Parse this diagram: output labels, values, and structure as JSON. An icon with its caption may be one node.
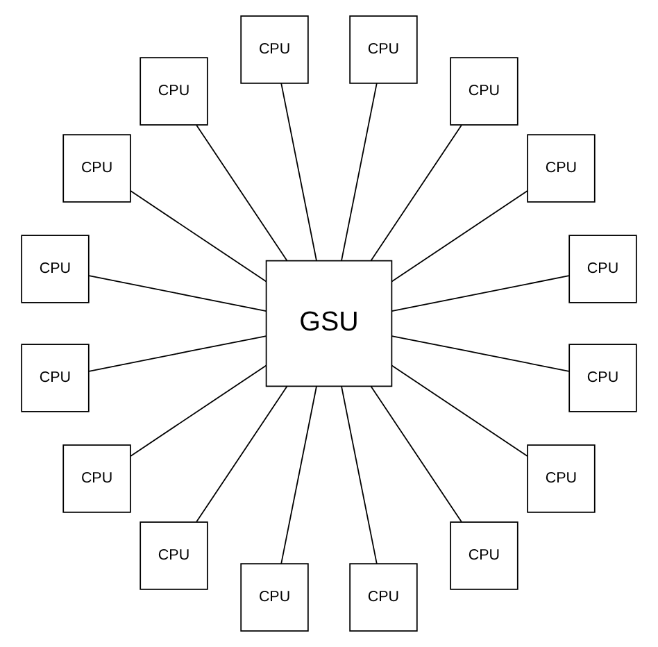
{
  "diagram": {
    "nodes": [
      {
        "text": [
          "CPU"
        ]
      },
      {
        "text": [
          "CPU"
        ]
      },
      {
        "text": [
          "CPU"
        ]
      },
      {
        "text": [
          "CPU"
        ]
      },
      {
        "text": [
          "CPU"
        ]
      },
      {
        "text": [
          "CPU"
        ]
      },
      {
        "text": [
          "CPU"
        ]
      },
      {
        "text": [
          "CPU"
        ]
      },
      {
        "text": [
          "GSU"
        ]
      },
      {
        "text": [
          "CPU"
        ]
      },
      {
        "text": [
          "CPU"
        ]
      },
      {
        "text": [
          "CPU"
        ]
      },
      {
        "text": [
          "CPU"
        ]
      },
      {
        "text": [
          "CPU"
        ]
      },
      {
        "text": [
          "CPU"
        ]
      },
      {
        "text": [
          "CPU"
        ]
      },
      {
        "text": [
          "CPU"
        ]
      }
    ],
    "edges": [
      {
        "from": 8,
        "to": 0,
        "arrow": "none"
      },
      {
        "from": 8,
        "to": 1,
        "arrow": "none"
      },
      {
        "from": 8,
        "to": 2,
        "arrow": "none"
      },
      {
        "from": 8,
        "to": 3,
        "arrow": "none"
      },
      {
        "from": 8,
        "to": 4,
        "arrow": "none"
      },
      {
        "from": 8,
        "to": 6,
        "arrow": "none"
      },
      {
        "from": 8,
        "to": 9,
        "arrow": "none"
      },
      {
        "from": 8,
        "to": 11,
        "arrow": "none"
      },
      {
        "from": 8,
        "to": 16,
        "arrow": "none"
      },
      {
        "from": 8,
        "to": 15,
        "arrow": "none"
      },
      {
        "from": 8,
        "to": 14,
        "arrow": "none"
      },
      {
        "from": 8,
        "to": 13,
        "arrow": "none"
      },
      {
        "from": 8,
        "to": 12,
        "arrow": "none"
      },
      {
        "from": 8,
        "to": 10,
        "arrow": "none"
      },
      {
        "from": 8,
        "to": 7,
        "arrow": "none"
      },
      {
        "from": 8,
        "to": 5,
        "arrow": "none"
      }
    ]
  }
}
